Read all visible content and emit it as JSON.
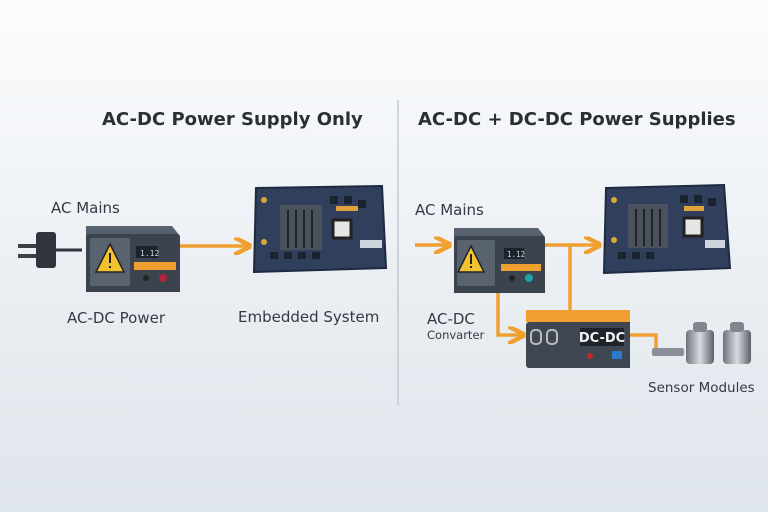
{
  "left_panel": {
    "title": "AC-DC Power Supply Only",
    "ac_mains_label": "AC Mains",
    "power_label": "AC-DC Power",
    "system_label": "Embedded System",
    "psu_display": "1.12"
  },
  "right_panel": {
    "title": "AC-DC + DC-DC Power Supplies",
    "ac_mains_label": "AC Mains",
    "converter_label_line1": "AC-DC",
    "converter_label_line2": "Convarter",
    "dcdc_label": "DC-DC",
    "sensor_label": "Sensor Modules",
    "psu_display": "1.12"
  },
  "colors": {
    "flow": "#f0a030",
    "device": "#3d4654",
    "board": "#2f3f5c",
    "warning": "#f2c230"
  },
  "icons": [
    "plug-icon",
    "warning-icon",
    "arrow-right-icon",
    "circuit-board-icon",
    "sensor-icon"
  ]
}
